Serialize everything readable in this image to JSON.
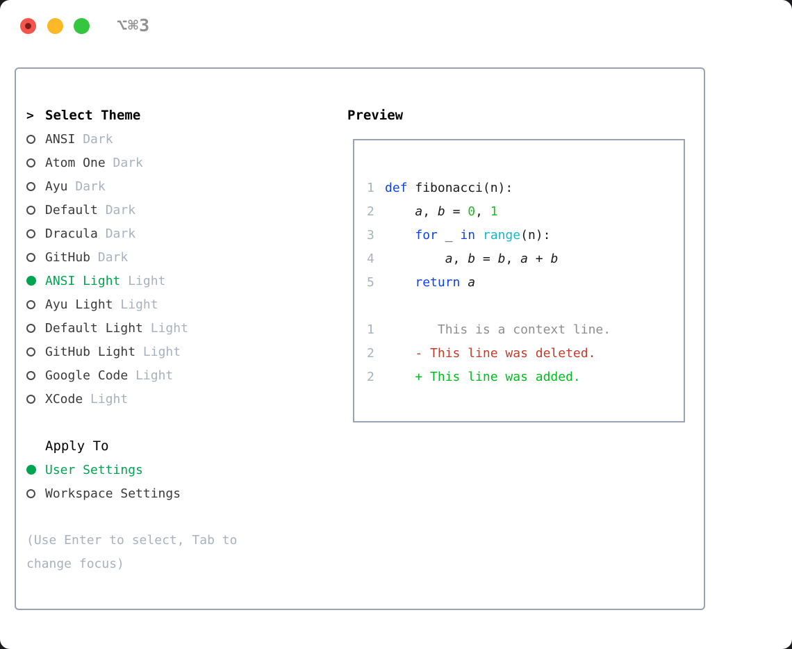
{
  "window": {
    "title": "⌥⌘3"
  },
  "colors": {
    "accent_green": "#00a550",
    "muted_gray": "#a9b1bf",
    "panel_border": "#9aa2b1",
    "traffic_red": "#f4544c",
    "traffic_yellow": "#fcb827",
    "traffic_green": "#33c63e",
    "syntax": {
      "text": "#1a1a1a",
      "keyword": "#1143e4",
      "function": "#16b8cc",
      "number": "#25b82c",
      "context": "#8e8e8e",
      "deleted": "#c33b2a",
      "added": "#00bd1f",
      "line_number": "#a9b1bf"
    }
  },
  "theme_list": {
    "header": "Select Theme",
    "items": [
      {
        "name": "ANSI",
        "variant": "Dark",
        "selected": false
      },
      {
        "name": "Atom One",
        "variant": "Dark",
        "selected": false
      },
      {
        "name": "Ayu",
        "variant": "Dark",
        "selected": false
      },
      {
        "name": "Default",
        "variant": "Dark",
        "selected": false
      },
      {
        "name": "Dracula",
        "variant": "Dark",
        "selected": false
      },
      {
        "name": "GitHub",
        "variant": "Dark",
        "selected": false
      },
      {
        "name": "ANSI Light",
        "variant": "Light",
        "selected": true
      },
      {
        "name": "Ayu Light",
        "variant": "Light",
        "selected": false
      },
      {
        "name": "Default Light",
        "variant": "Light",
        "selected": false
      },
      {
        "name": "GitHub Light",
        "variant": "Light",
        "selected": false
      },
      {
        "name": "Google Code",
        "variant": "Light",
        "selected": false
      },
      {
        "name": "XCode",
        "variant": "Light",
        "selected": false
      }
    ]
  },
  "apply_to": {
    "header": "Apply To",
    "items": [
      {
        "name": "User Settings",
        "selected": true
      },
      {
        "name": "Workspace Settings",
        "selected": false
      }
    ]
  },
  "help": {
    "lines": [
      "(Use Enter to select, Tab to",
      "change focus)"
    ]
  },
  "preview": {
    "header": "Preview",
    "code_lines": [
      {
        "num": "1",
        "tokens": [
          {
            "text": "def",
            "color": "keyword"
          },
          {
            "text": " fibonacci(n):",
            "color": "text"
          }
        ]
      },
      {
        "num": "2",
        "tokens": [
          {
            "text": "    ",
            "color": "text"
          },
          {
            "text": "a",
            "color": "text",
            "italic": true
          },
          {
            "text": ", ",
            "color": "text"
          },
          {
            "text": "b",
            "color": "text",
            "italic": true
          },
          {
            "text": " = ",
            "color": "text"
          },
          {
            "text": "0",
            "color": "number"
          },
          {
            "text": ", ",
            "color": "text"
          },
          {
            "text": "1",
            "color": "number"
          }
        ]
      },
      {
        "num": "3",
        "tokens": [
          {
            "text": "    ",
            "color": "text"
          },
          {
            "text": "for",
            "color": "keyword"
          },
          {
            "text": " _ ",
            "color": "text"
          },
          {
            "text": "in",
            "color": "keyword"
          },
          {
            "text": " ",
            "color": "text"
          },
          {
            "text": "range",
            "color": "function"
          },
          {
            "text": "(n):",
            "color": "text"
          }
        ]
      },
      {
        "num": "4",
        "tokens": [
          {
            "text": "        ",
            "color": "text"
          },
          {
            "text": "a",
            "color": "text",
            "italic": true
          },
          {
            "text": ", ",
            "color": "text"
          },
          {
            "text": "b",
            "color": "text",
            "italic": true
          },
          {
            "text": " = ",
            "color": "text"
          },
          {
            "text": "b",
            "color": "text",
            "italic": true
          },
          {
            "text": ", ",
            "color": "text"
          },
          {
            "text": "a",
            "color": "text",
            "italic": true
          },
          {
            "text": " + ",
            "color": "text"
          },
          {
            "text": "b",
            "color": "text",
            "italic": true
          }
        ]
      },
      {
        "num": "5",
        "tokens": [
          {
            "text": "    ",
            "color": "text"
          },
          {
            "text": "return",
            "color": "keyword"
          },
          {
            "text": " ",
            "color": "text"
          },
          {
            "text": "a",
            "color": "text",
            "italic": true
          }
        ]
      },
      {
        "num": "",
        "tokens": []
      },
      {
        "num": "1",
        "tokens": [
          {
            "text": "       This is a context line.",
            "color": "context"
          }
        ]
      },
      {
        "num": "2",
        "tokens": [
          {
            "text": "    - This line was deleted.",
            "color": "deleted"
          }
        ]
      },
      {
        "num": "2",
        "tokens": [
          {
            "text": "    + This line was added.",
            "color": "added"
          }
        ]
      }
    ]
  }
}
